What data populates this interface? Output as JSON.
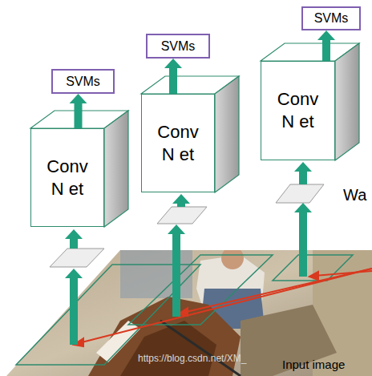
{
  "diagram": {
    "nodes": [
      {
        "text": [
          "SVMs"
        ]
      },
      {
        "text": [
          "ConvN et"
        ]
      },
      {
        "text": [
          "SVMs"
        ]
      },
      {
        "text": [
          "ConvN et"
        ]
      },
      {
        "text": [
          "SVMs"
        ]
      },
      {
        "text": [
          "ConvN et"
        ]
      }
    ],
    "edges": [
      {
        "from": 1,
        "to": 0,
        "arrow": "to"
      },
      {
        "from": 3,
        "to": 2,
        "arrow": "to"
      },
      {
        "from": 5,
        "to": 4,
        "arrow": "to"
      }
    ],
    "labels": [
      "Wa",
      "Input image",
      "https://blog.csdn.net/XM_"
    ]
  }
}
